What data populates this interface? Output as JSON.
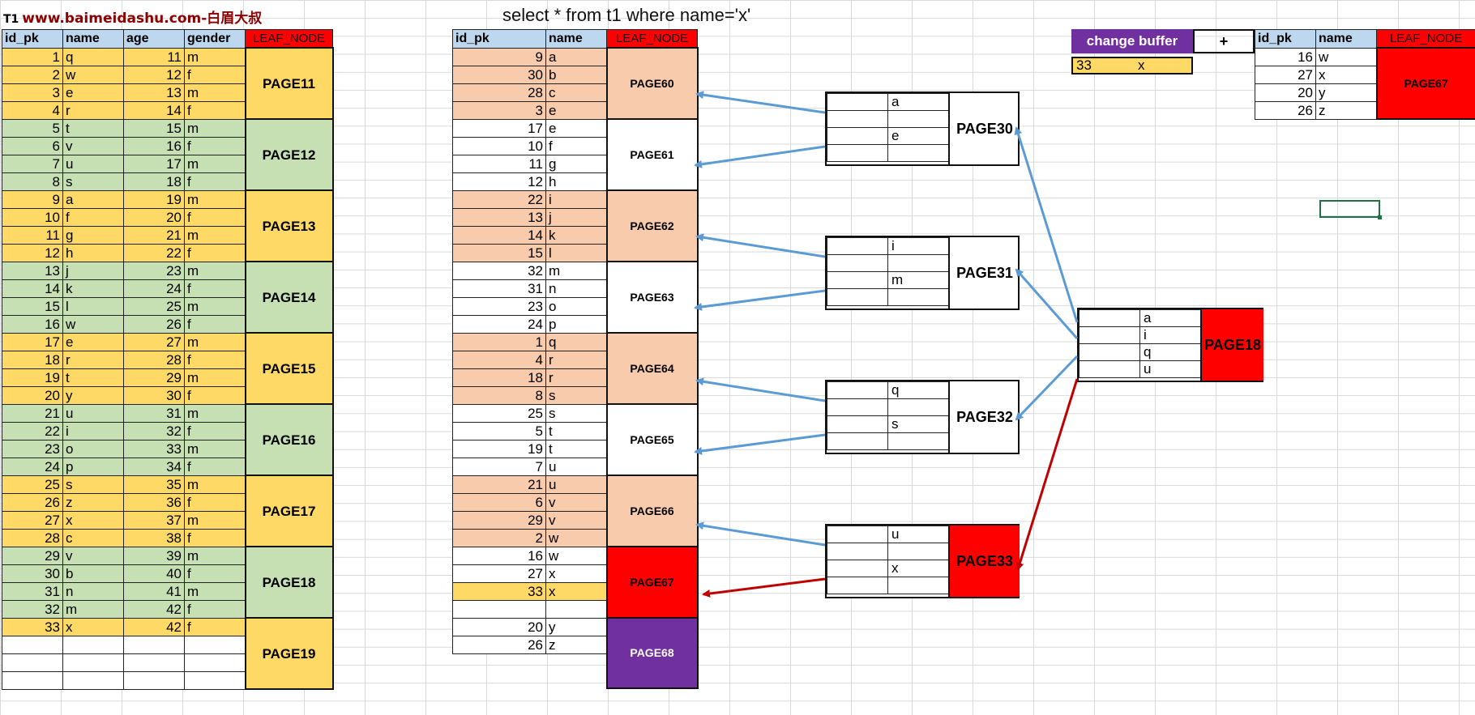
{
  "brand": {
    "prefix": "T1",
    "text": "www.baimeidashu.com-白眉大叔"
  },
  "query": "select * from t1 where name='x'",
  "colors": {
    "yellow": "#ffd966",
    "green": "#c6e0b4",
    "peach": "#f8cbad",
    "red": "#ff0000",
    "purple": "#7030a0",
    "header": "#bdd7ee",
    "arrow_blue": "#5b9bd5",
    "arrow_red": "#c00000"
  },
  "t1": {
    "headers": [
      "id_pk",
      "name",
      "age",
      "gender",
      "LEAF_NODE"
    ],
    "pages": [
      {
        "page": "PAGE11",
        "color": "y",
        "rows": [
          [
            "1",
            "q",
            "11",
            "m"
          ],
          [
            "2",
            "w",
            "12",
            "f"
          ],
          [
            "3",
            "e",
            "13",
            "m"
          ],
          [
            "4",
            "r",
            "14",
            "f"
          ]
        ]
      },
      {
        "page": "PAGE12",
        "color": "g",
        "rows": [
          [
            "5",
            "t",
            "15",
            "m"
          ],
          [
            "6",
            "v",
            "16",
            "f"
          ],
          [
            "7",
            "u",
            "17",
            "m"
          ],
          [
            "8",
            "s",
            "18",
            "f"
          ]
        ]
      },
      {
        "page": "PAGE13",
        "color": "y",
        "rows": [
          [
            "9",
            "a",
            "19",
            "m"
          ],
          [
            "10",
            "f",
            "20",
            "f"
          ],
          [
            "11",
            "g",
            "21",
            "m"
          ],
          [
            "12",
            "h",
            "22",
            "f"
          ]
        ]
      },
      {
        "page": "PAGE14",
        "color": "g",
        "rows": [
          [
            "13",
            "j",
            "23",
            "m"
          ],
          [
            "14",
            "k",
            "24",
            "f"
          ],
          [
            "15",
            "l",
            "25",
            "m"
          ],
          [
            "16",
            "w",
            "26",
            "f"
          ]
        ]
      },
      {
        "page": "PAGE15",
        "color": "y",
        "rows": [
          [
            "17",
            "e",
            "27",
            "m"
          ],
          [
            "18",
            "r",
            "28",
            "f"
          ],
          [
            "19",
            "t",
            "29",
            "m"
          ],
          [
            "20",
            "y",
            "30",
            "f"
          ]
        ]
      },
      {
        "page": "PAGE16",
        "color": "g",
        "rows": [
          [
            "21",
            "u",
            "31",
            "m"
          ],
          [
            "22",
            "i",
            "32",
            "f"
          ],
          [
            "23",
            "o",
            "33",
            "m"
          ],
          [
            "24",
            "p",
            "34",
            "f"
          ]
        ]
      },
      {
        "page": "PAGE17",
        "color": "y",
        "rows": [
          [
            "25",
            "s",
            "35",
            "m"
          ],
          [
            "26",
            "z",
            "36",
            "f"
          ],
          [
            "27",
            "x",
            "37",
            "m"
          ],
          [
            "28",
            "c",
            "38",
            "f"
          ]
        ]
      },
      {
        "page": "PAGE18",
        "color": "g",
        "rows": [
          [
            "29",
            "v",
            "39",
            "m"
          ],
          [
            "30",
            "b",
            "40",
            "f"
          ],
          [
            "31",
            "n",
            "41",
            "m"
          ],
          [
            "32",
            "m",
            "42",
            "f"
          ]
        ]
      },
      {
        "page": "PAGE19",
        "color": "y",
        "rows": [
          [
            "33",
            "x",
            "42",
            "f"
          ],
          [
            "",
            "",
            "",
            ""
          ],
          [
            "",
            "",
            "",
            ""
          ],
          [
            "",
            "",
            "",
            ""
          ]
        ],
        "rowColors": [
          "y",
          "w",
          "w",
          "w"
        ]
      }
    ]
  },
  "idx": {
    "headers": [
      "id_pk",
      "name",
      "LEAF_NODE"
    ],
    "pages": [
      {
        "page": "PAGE60",
        "color": "p",
        "rows": [
          [
            "9",
            "a"
          ],
          [
            "30",
            "b"
          ],
          [
            "28",
            "c"
          ],
          [
            "3",
            "e"
          ]
        ]
      },
      {
        "page": "PAGE61",
        "color": "w",
        "rows": [
          [
            "17",
            "e"
          ],
          [
            "10",
            "f"
          ],
          [
            "11",
            "g"
          ],
          [
            "12",
            "h"
          ]
        ]
      },
      {
        "page": "PAGE62",
        "color": "p",
        "rows": [
          [
            "22",
            "i"
          ],
          [
            "13",
            "j"
          ],
          [
            "14",
            "k"
          ],
          [
            "15",
            "l"
          ]
        ]
      },
      {
        "page": "PAGE63",
        "color": "w",
        "rows": [
          [
            "32",
            "m"
          ],
          [
            "31",
            "n"
          ],
          [
            "23",
            "o"
          ],
          [
            "24",
            "p"
          ]
        ]
      },
      {
        "page": "PAGE64",
        "color": "p",
        "rows": [
          [
            "1",
            "q"
          ],
          [
            "4",
            "r"
          ],
          [
            "18",
            "r"
          ],
          [
            "8",
            "s"
          ]
        ]
      },
      {
        "page": "PAGE65",
        "color": "w",
        "rows": [
          [
            "25",
            "s"
          ],
          [
            "5",
            "t"
          ],
          [
            "19",
            "t"
          ],
          [
            "7",
            "u"
          ]
        ]
      },
      {
        "page": "PAGE66",
        "color": "p",
        "rows": [
          [
            "21",
            "u"
          ],
          [
            "6",
            "v"
          ],
          [
            "29",
            "v"
          ],
          [
            "2",
            "w"
          ]
        ]
      },
      {
        "page": "PAGE67",
        "color": "red",
        "pagecolor": "red",
        "rows": [
          [
            "16",
            "w"
          ],
          [
            "27",
            "x"
          ],
          [
            "33",
            "x"
          ],
          [
            "",
            ""
          ]
        ],
        "rowColors": [
          "w",
          "w",
          "y",
          "w"
        ]
      },
      {
        "page": "PAGE68",
        "color": "w",
        "pagecolor": "purple",
        "rows": [
          [
            "20",
            "y"
          ],
          [
            "26",
            "z"
          ],
          [
            "",
            ""
          ],
          [
            "",
            ""
          ]
        ],
        "rowColors": [
          "w",
          "w",
          "none",
          "none"
        ]
      }
    ]
  },
  "nodes": [
    {
      "id": "PAGE30",
      "keys": [
        "a",
        "",
        "e",
        ""
      ]
    },
    {
      "id": "PAGE31",
      "keys": [
        "i",
        "",
        "m",
        ""
      ]
    },
    {
      "id": "PAGE32",
      "keys": [
        "q",
        "",
        "s",
        ""
      ]
    },
    {
      "id": "PAGE33",
      "keys": [
        "u",
        "",
        "x",
        ""
      ],
      "red": true
    }
  ],
  "root": {
    "id": "PAGE18",
    "keys": [
      "a",
      "i",
      "q",
      "u"
    ]
  },
  "change_buffer": {
    "label": "change buffer",
    "plus": "+",
    "row": {
      "id": "33",
      "name": "x"
    }
  },
  "merged": {
    "headers": [
      "id_pk",
      "name",
      "LEAF_NODE"
    ],
    "page": "PAGE67",
    "rows": [
      [
        "16",
        "w"
      ],
      [
        "27",
        "x"
      ],
      [
        "20",
        "y"
      ],
      [
        "26",
        "z"
      ]
    ]
  }
}
